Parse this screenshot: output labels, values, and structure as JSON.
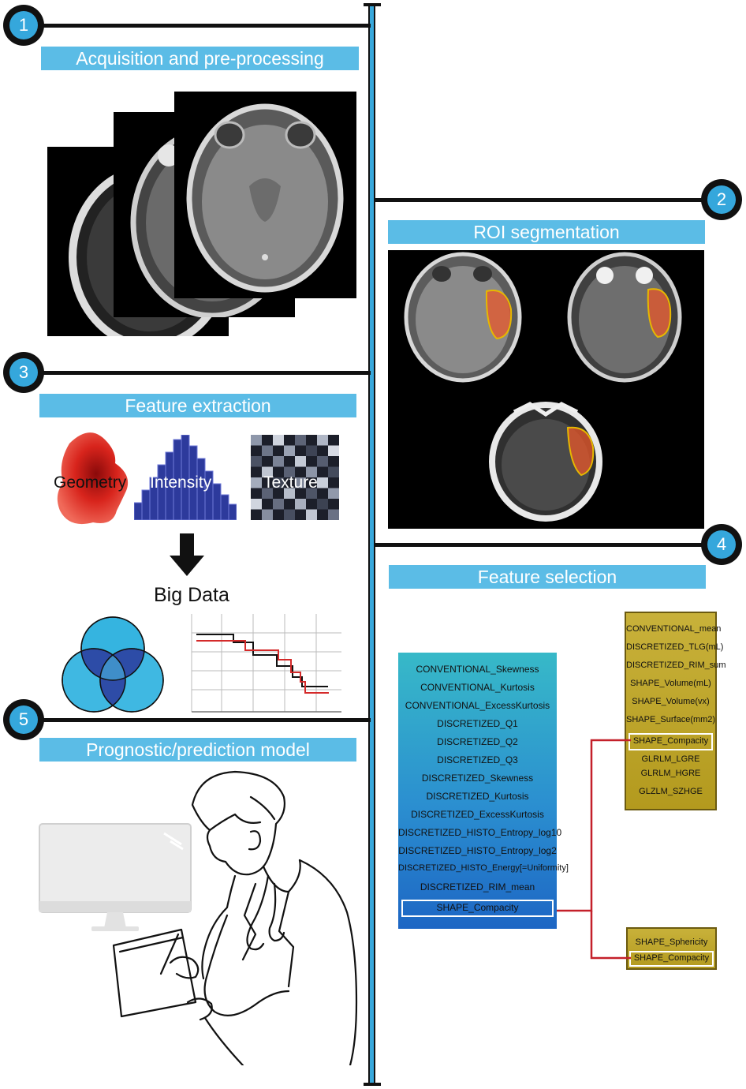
{
  "steps": [
    {
      "number": "1",
      "title": "Acquisition and pre-processing"
    },
    {
      "number": "2",
      "title": "ROI segmentation"
    },
    {
      "number": "3",
      "title": "Feature extraction"
    },
    {
      "number": "4",
      "title": "Feature selection"
    },
    {
      "number": "5",
      "title": "Prognostic/prediction model"
    }
  ],
  "feature_types": {
    "geometry": "Geometry",
    "intensity": "Intensity",
    "texture": "Texture"
  },
  "big_data_label": "Big Data",
  "feature_list": [
    "CONVENTIONAL_Skewness",
    "CONVENTIONAL_Kurtosis",
    "CONVENTIONAL_ExcessKurtosis",
    "DISCRETIZED_Q1",
    "DISCRETIZED_Q2",
    "DISCRETIZED_Q3",
    "DISCRETIZED_Skewness",
    "DISCRETIZED_Kurtosis",
    "DISCRETIZED_ExcessKurtosis",
    "DISCRETIZED_HISTO_Entropy_log10",
    "DISCRETIZED_HISTO_Entropy_log2",
    "DISCRETIZED_HISTO_Energy[=Uniformity]",
    "DISCRETIZED_RIM_mean",
    "SHAPE_Compacity"
  ],
  "selected_list_top": [
    "CONVENTIONAL_mean",
    "DISCRETIZED_TLG(mL)",
    "DISCRETIZED_RIM_sum",
    "SHAPE_Volume(mL)",
    "SHAPE_Volume(vx)",
    "SHAPE_Surface(mm2)",
    "SHAPE_Compacity",
    "GLRLM_LGRE",
    "GLRLM_HGRE",
    "GLZLM_SZHGE"
  ],
  "selected_list_bottom": [
    "SHAPE_Sphericity",
    "SHAPE_Compacity"
  ],
  "colors": {
    "accent": "#35a7dc",
    "banner": "#5bbce6",
    "tumor": "#e8572a",
    "link": "#c4202a"
  }
}
